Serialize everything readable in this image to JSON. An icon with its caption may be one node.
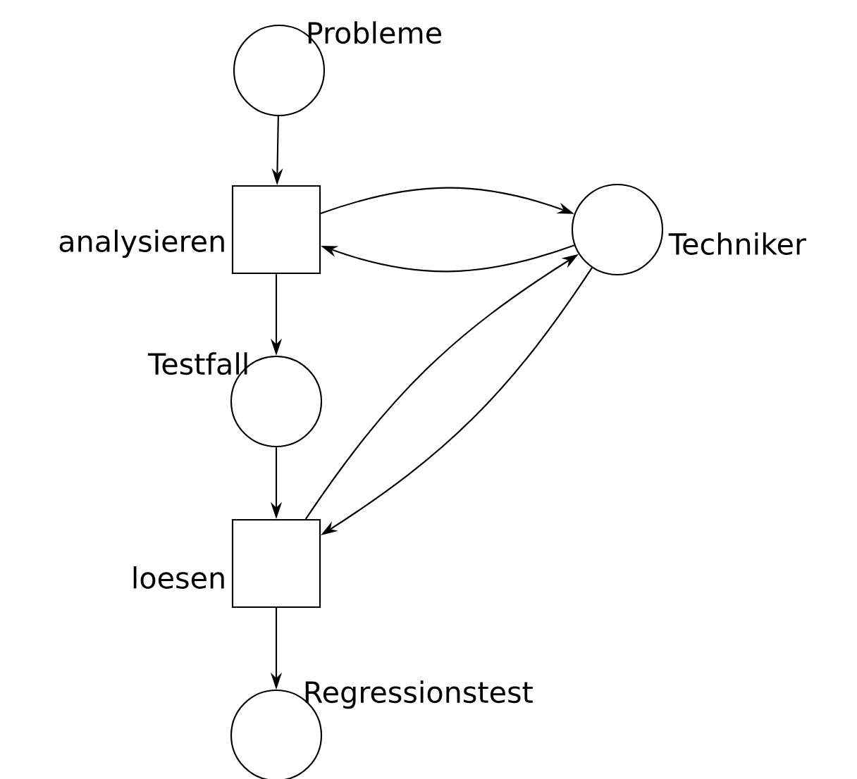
{
  "diagram": {
    "nodes": [
      {
        "text": [],
        "shape": "circle",
        "beside": [
          "Probleme"
        ]
      },
      {
        "text": [],
        "shape": "box",
        "beside": [
          "analysieren"
        ]
      },
      {
        "text": [],
        "shape": "circle",
        "beside": [
          "Techniker"
        ]
      },
      {
        "text": [],
        "shape": "circle",
        "beside": [
          "Testfall"
        ]
      },
      {
        "text": [],
        "shape": "box",
        "beside": [
          "loesen"
        ]
      },
      {
        "text": [],
        "shape": "circle",
        "beside": [
          "Regressionstest"
        ]
      }
    ],
    "edges": [
      {
        "from": 0,
        "to": 1,
        "arrow": "to"
      },
      {
        "from": 1,
        "to": 2,
        "arrow": "to"
      },
      {
        "from": 2,
        "to": 1,
        "arrow": "to"
      },
      {
        "from": 1,
        "to": 3,
        "arrow": "to"
      },
      {
        "from": 3,
        "to": 4,
        "arrow": "to"
      },
      {
        "from": 4,
        "to": 2,
        "arrow": "to"
      },
      {
        "from": 2,
        "to": 4,
        "arrow": "to"
      },
      {
        "from": 4,
        "to": 5,
        "arrow": "to"
      }
    ]
  }
}
